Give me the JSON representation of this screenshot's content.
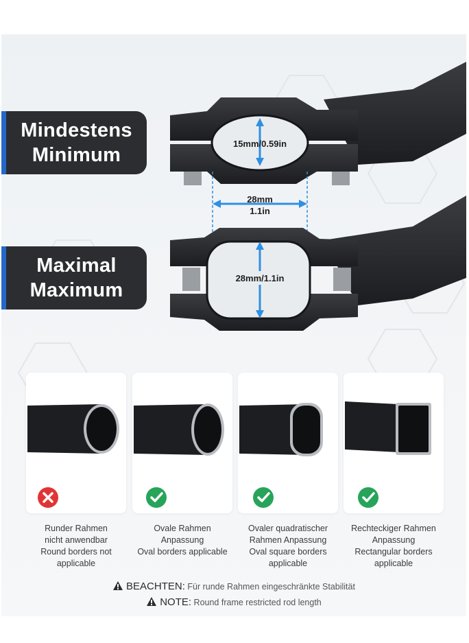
{
  "min_label": {
    "line1": "Mindestens",
    "line2": "Minimum"
  },
  "max_label": {
    "line1": "Maximal",
    "line2": "Maximum"
  },
  "dimensions": {
    "min_diameter": "15mm/0.59in",
    "gap_mm": "28mm",
    "gap_in": "1.1in",
    "max_diameter": "28mm/1.1in"
  },
  "cards": [
    {
      "status": "not-applicable",
      "status_icon": "x-circle-icon",
      "line1": "Runder Rahmen",
      "line2": "nicht anwendbar",
      "line3": "Round borders not",
      "line4": "applicable"
    },
    {
      "status": "applicable",
      "status_icon": "check-circle-icon",
      "line1": "Ovale Rahmen",
      "line2": "Anpassung",
      "line3": "Oval borders applicable",
      "line4": ""
    },
    {
      "status": "applicable",
      "status_icon": "check-circle-icon",
      "line1": "Ovaler quadratischer",
      "line2": "Rahmen Anpassung",
      "line3": "Oval square borders",
      "line4": "applicable"
    },
    {
      "status": "applicable",
      "status_icon": "check-circle-icon",
      "line1": "Rechteckiger Rahmen",
      "line2": "Anpassung",
      "line3": "Rectangular borders",
      "line4": "applicable"
    }
  ],
  "notes": [
    {
      "head": "BEACHTEN:",
      "text": "Für runde Rahmen eingeschränkte Stabilität"
    },
    {
      "head": "NOTE:",
      "text": "Round frame restricted rod length"
    }
  ],
  "colors": {
    "accent_blue": "#2468c8",
    "arrow_blue": "#2f8fe0",
    "label_bg": "#2b2d30",
    "ok_green": "#27a45a",
    "error_red": "#e23434"
  }
}
